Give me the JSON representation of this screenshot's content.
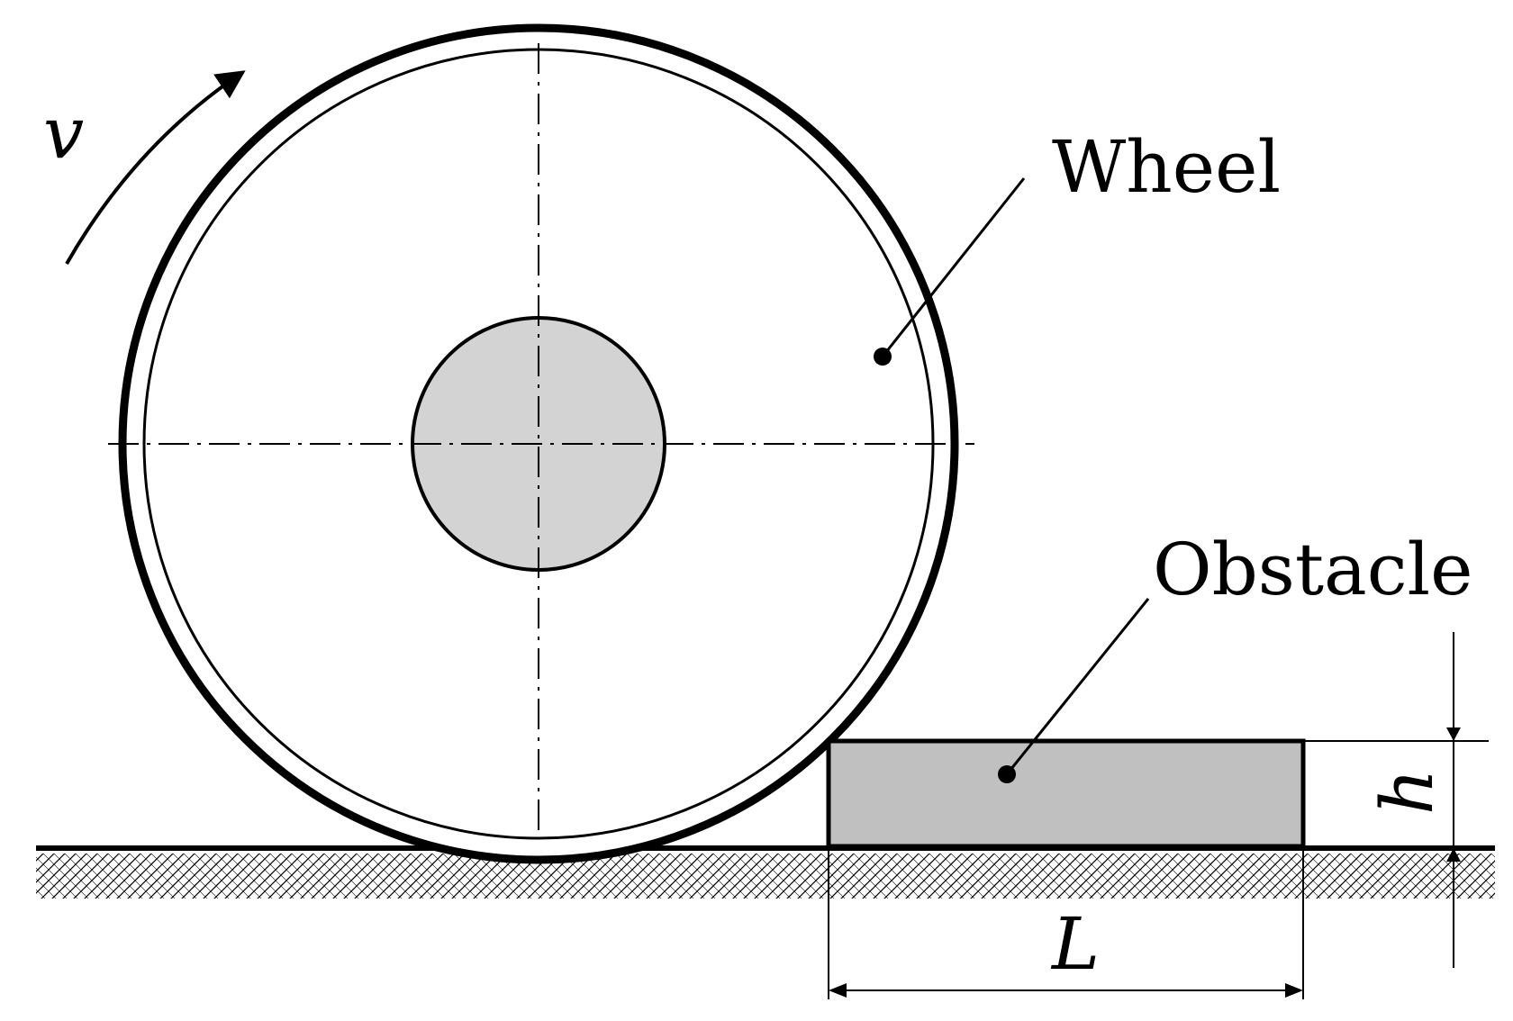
{
  "labels": {
    "velocity": "v",
    "wheel": "Wheel",
    "obstacle": "Obstacle",
    "height": "h",
    "length": "L"
  },
  "colors": {
    "stroke": "#000000",
    "hub_fill": "#d3d3d3",
    "obstacle_fill": "#c0c0c0",
    "background": "#ffffff"
  }
}
